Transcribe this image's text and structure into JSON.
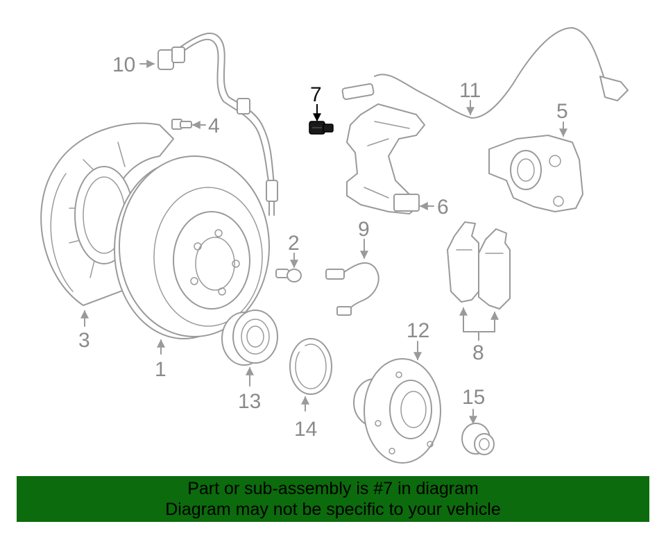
{
  "callouts": {
    "c1": "1",
    "c2": "2",
    "c3": "3",
    "c4": "4",
    "c5": "5",
    "c6": "6",
    "c7": "7",
    "c8": "8",
    "c9": "9",
    "c10": "10",
    "c11": "11",
    "c12": "12",
    "c13": "13",
    "c14": "14",
    "c15": "15"
  },
  "highlighted_part": "7",
  "banner": {
    "line1": "Part or sub-assembly is #7 in diagram",
    "line2": "Diagram may not be specific to your vehicle",
    "color": "#0c6b0c"
  },
  "colors": {
    "line_art": "#9a9a9a",
    "highlight": "#000000"
  }
}
